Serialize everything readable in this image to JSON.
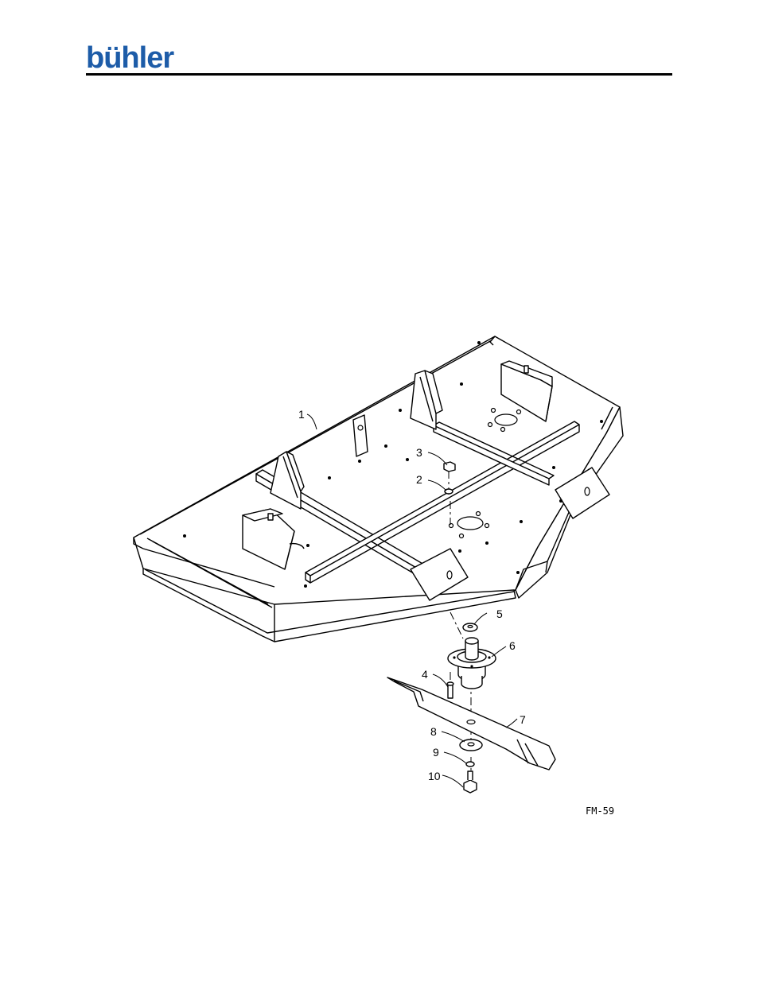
{
  "brand": {
    "name": "bühler",
    "color": "#1d5ca8"
  },
  "diagram": {
    "figure_code": "FM-59",
    "callouts": [
      "1",
      "2",
      "3",
      "4",
      "5",
      "6",
      "7",
      "8",
      "9",
      "10"
    ]
  }
}
